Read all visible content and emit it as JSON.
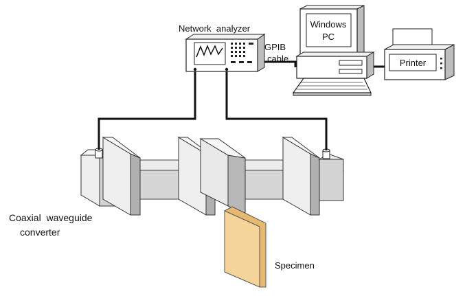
{
  "labels": {
    "network_analyzer": "Network  analyzer",
    "gpib_line1": "GPIB",
    "gpib_line2": "cable",
    "windows_line1": "Windows",
    "windows_line2": "PC",
    "printer": "Printer",
    "coaxial_line1": "Coaxial  waveguide",
    "coaxial_line2": "converter",
    "specimen": "Specimen"
  },
  "colors": {
    "waveguide_light": "#e8e8e8",
    "waveguide_mid": "#d0d0d0",
    "waveguide_dark": "#a9a9a9",
    "specimen_face": "#f5d49a",
    "specimen_edge": "#e6b96f",
    "cable": "#111111"
  }
}
